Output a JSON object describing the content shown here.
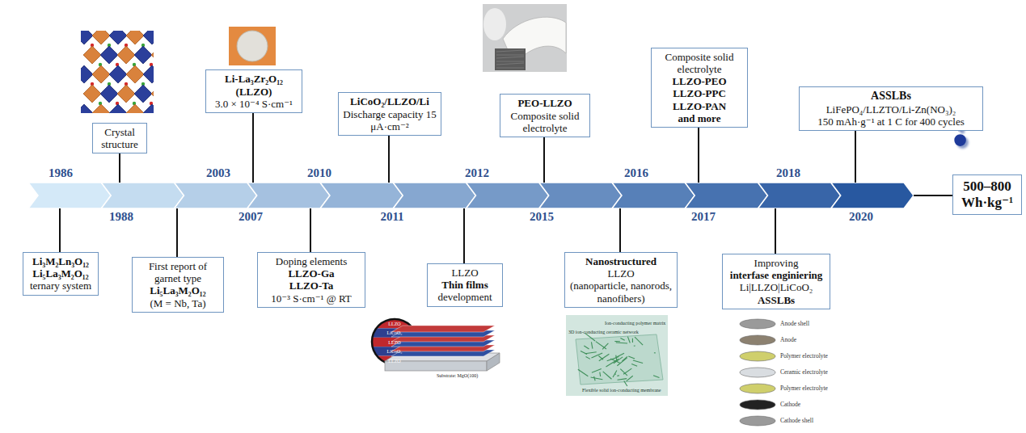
{
  "diagram": {
    "nodes": [
      {
        "text": [
          "Li₃M₂Ln₃O₁₂",
          "Li₅La₃M₂O₁₂",
          "ternary system"
        ]
      },
      {
        "text": [
          "Crystal structure"
        ]
      },
      {
        "text": [
          "First report of garnet type",
          "Li₅La₃M₂O₁₂",
          "(M = Nb, Ta)"
        ]
      },
      {
        "text": [
          "Li-La₃Zr₂O₁₂ (LLZO)",
          "3.0 × 10⁻⁴ S·cm⁻¹"
        ]
      },
      {
        "text": [
          "Doping elements",
          "LLZO-Ga",
          "LLZO-Ta",
          "10⁻³ S·cm⁻¹ @ RT"
        ]
      },
      {
        "text": [
          "LiCoO₂/LLZO/Li",
          "Discharge capacity 15 μA·cm⁻²"
        ]
      },
      {
        "text": [
          "LLZO",
          "Thin films",
          "development"
        ]
      },
      {
        "text": [
          "PEO-LLZO",
          "Composite solid electrolyte"
        ]
      },
      {
        "text": [
          "Nanostructured",
          "LLZO",
          "(nanoparticle, nanorods, nanofibers)"
        ]
      },
      {
        "text": [
          "Composite solid electrolyte",
          "LLZO-PEO",
          "LLZO-PPC",
          "LLZO-PAN",
          "and more"
        ]
      },
      {
        "text": [
          "Improving",
          "interfase enginiering",
          "Li|LLZO|LiCoO₂",
          "ASSLBs"
        ]
      },
      {
        "text": [
          "ASSLBs",
          "LiFePO₄/LLZTO/Li-Zn(NO₃)₂",
          "150 mAh·g⁻¹ at 1 C for 400 cycles"
        ]
      },
      {
        "text": [
          "500–800 Wh·kg⁻¹"
        ]
      }
    ],
    "labels": [
      "1986",
      "1988",
      "2003",
      "2007",
      "2010",
      "2011",
      "2012",
      "2015",
      "2016",
      "2017",
      "2018",
      "2020",
      "?",
      "LLZO",
      "LiCoO₂",
      "LLZO",
      "LiCoO₂",
      "LLZO",
      "Substrate: MgO(100)",
      "Ion-conducting polymer matrix",
      "3D ion-conducting ceramic network",
      "Flexible solid ion-conducting membrane",
      "Anode shell",
      "Anode",
      "Polymer electrolyte",
      "Ceramic electrolyte",
      "Polymer electrolyte",
      "Cathode",
      "Cathode shell"
    ]
  }
}
